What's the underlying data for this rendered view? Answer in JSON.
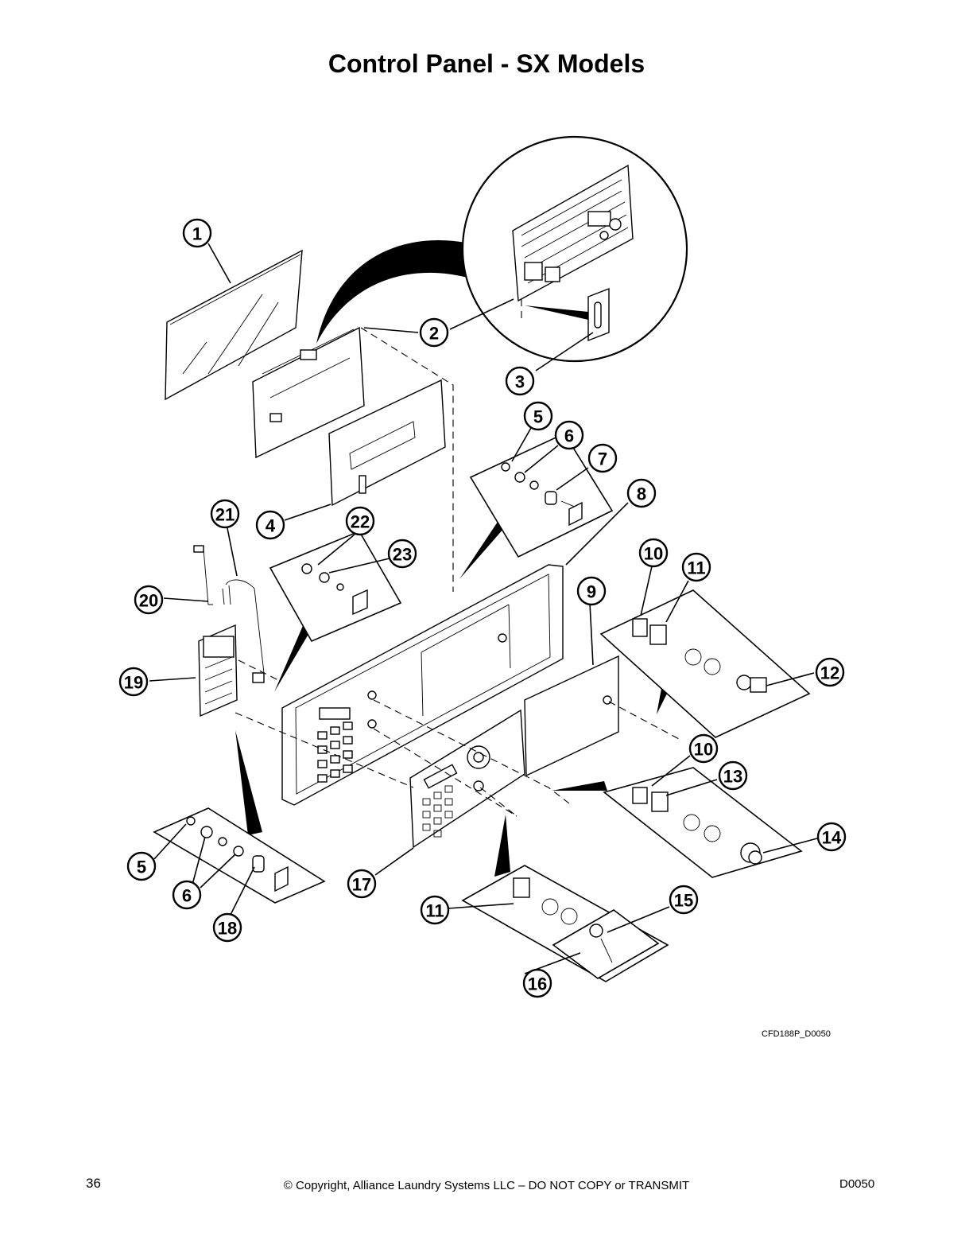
{
  "title": "Control Panel - SX Models",
  "figure_code": "CFD188P_D0050",
  "footer": {
    "page_number": "36",
    "copyright": "© Copyright, Alliance Laundry Systems LLC – DO NOT COPY or TRANSMIT",
    "doc_code": "D0050"
  },
  "callouts": [
    "1",
    "2",
    "3",
    "4",
    "5",
    "6",
    "7",
    "8",
    "9",
    "10",
    "11",
    "12",
    "10",
    "13",
    "14",
    "15",
    "16",
    "17",
    "11",
    "5",
    "6",
    "18",
    "19",
    "20",
    "21",
    "22",
    "23"
  ]
}
